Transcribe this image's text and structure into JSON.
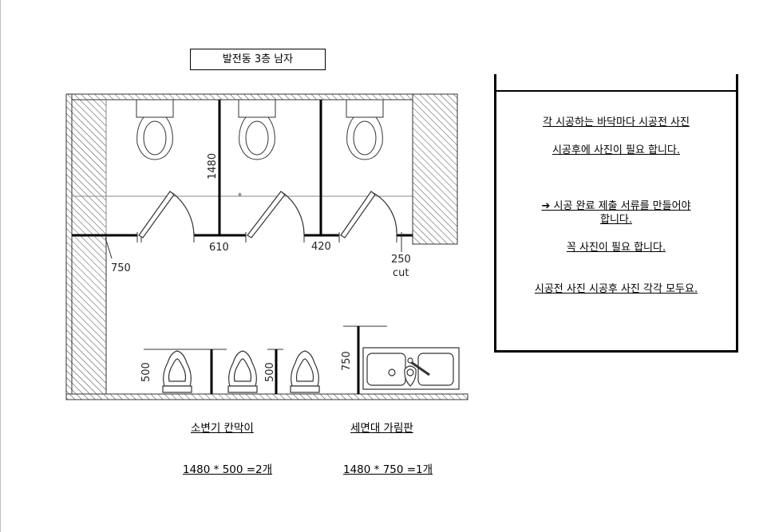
{
  "title": "발전동 3층  남자",
  "dimensions": {
    "partition_height": "1480",
    "door_610": "610",
    "door_420": "420",
    "left_750": "750",
    "cut_250": "250",
    "cut_label": "cut",
    "urinal_500_a": "500",
    "urinal_500_b": "500",
    "sink_750": "750",
    "small_mark": "※"
  },
  "notes": {
    "line1": "각 시공하는  바닥마다   시공전  사진",
    "line2": "시공후에   사진이   필요  합니다.",
    "line3a": "➔ 시공 완료 제출 서류를 만들어야",
    "line3b": "합니다.",
    "line4": "꼭   사진이   필요  합니다.",
    "line5": "시공전 사진  시공후  사진    각각   모두요."
  },
  "captions": {
    "urinal_partition": "소변기 칸막이",
    "urinal_spec": "1480 * 500 =2개",
    "sink_partition": "세면대   가림판",
    "sink_spec": "1480 * 750 =1개"
  }
}
